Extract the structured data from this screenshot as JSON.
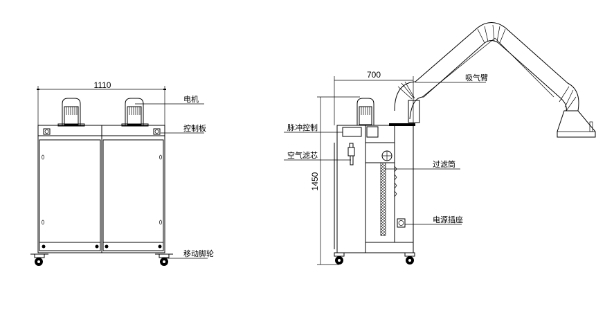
{
  "front_view": {
    "dimensions": {
      "width": "1110"
    },
    "labels": {
      "motor": "电机",
      "control_panel": "控制板",
      "casters": "移动脚轮"
    }
  },
  "side_view": {
    "dimensions": {
      "depth": "700",
      "height": "1450"
    },
    "labels": {
      "pulse_control": "脉冲控制",
      "air_filter": "空气滤芯",
      "suction_arm": "吸气臂",
      "filter_cartridge": "过滤筒",
      "power_socket": "电源插座"
    }
  }
}
